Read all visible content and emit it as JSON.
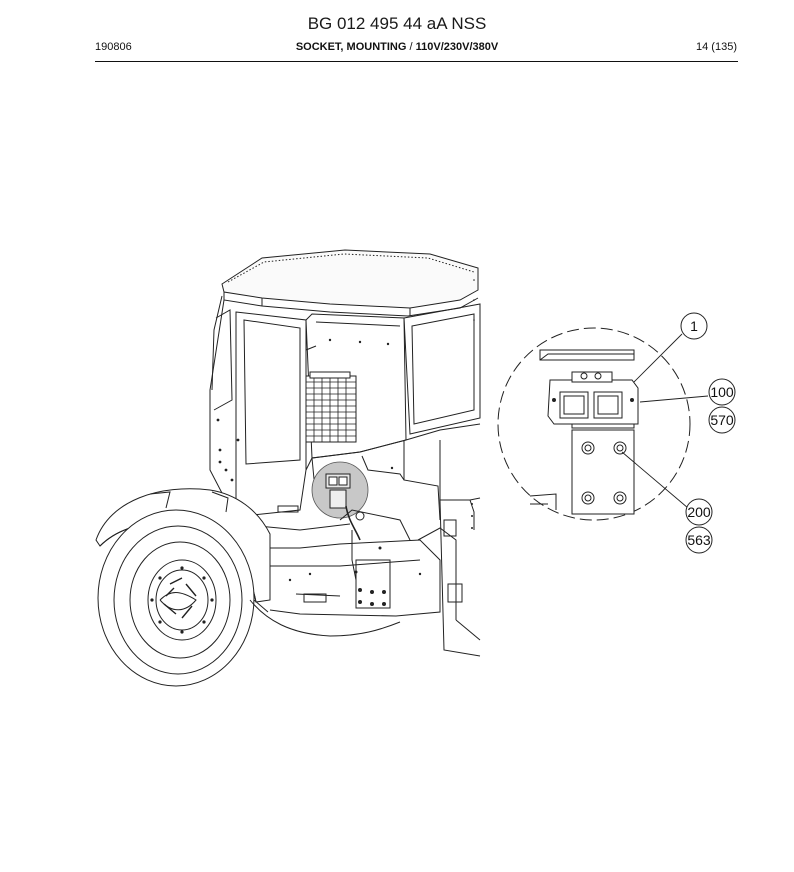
{
  "header": {
    "doc_number": "BG 012 495 44 aA NSS",
    "date_code": "190806",
    "section_title_bold": "SOCKET, MOUNTING",
    "section_title_sep": " / ",
    "section_title_rest": "110V/230V/380V",
    "page": "14 (135)"
  },
  "callouts": {
    "c1": "1",
    "c100": "100",
    "c570": "570",
    "c200": "200",
    "c563": "563"
  }
}
